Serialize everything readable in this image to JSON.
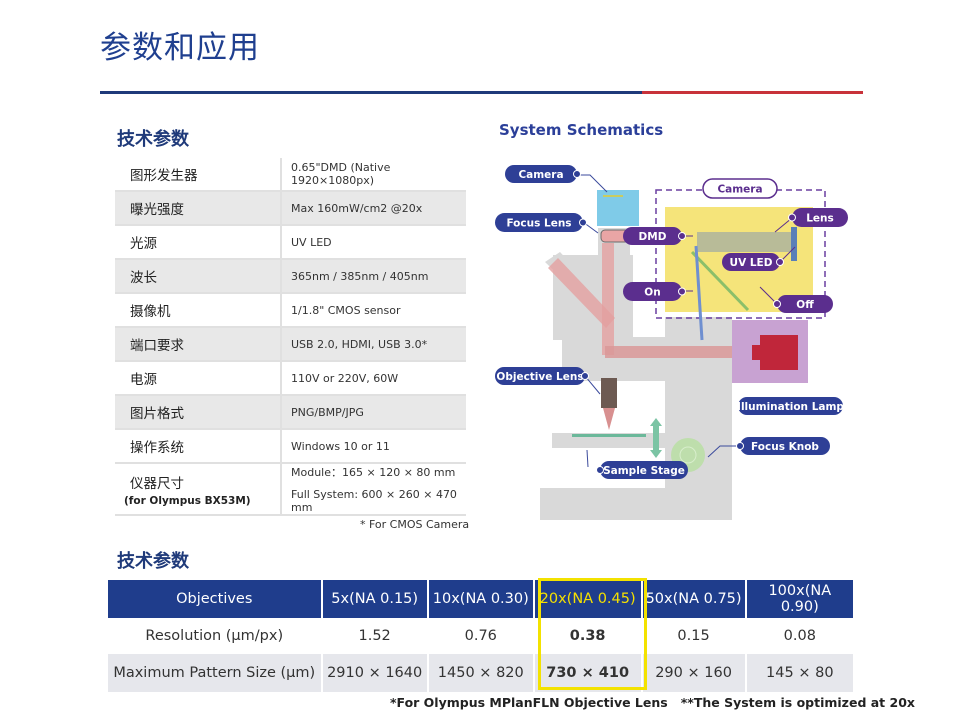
{
  "title": "参数和应用",
  "spec_heading": "技术参数",
  "spec_rows": [
    {
      "key": "图形发生器",
      "value": "0.65\"DMD (Native 1920×1080px)"
    },
    {
      "key": "曝光强度",
      "value": "Max 160mW/cm2 @20x"
    },
    {
      "key": "光源",
      "value": "UV LED"
    },
    {
      "key": "波长",
      "value": "365nm / 385nm / 405nm"
    },
    {
      "key": "摄像机",
      "value": "1/1.8\" CMOS sensor"
    },
    {
      "key": "端口要求",
      "value": "USB 2.0, HDMI, USB 3.0*"
    },
    {
      "key": "电源",
      "value": "110V or 220V, 60W"
    },
    {
      "key": "图片格式",
      "value": "PNG/BMP/JPG"
    },
    {
      "key": "操作系统",
      "value": "Windows 10 or 11"
    }
  ],
  "size_row": {
    "key": "仪器尺寸",
    "sub": "(for Olympus BX53M)",
    "value1": "Module：165 × 120 × 80 mm",
    "value2": "Full System: 600 × 260 × 470 mm"
  },
  "spec_note": "* For CMOS Camera",
  "schematic": {
    "title": "System Schematics",
    "labels": {
      "camera": "Camera",
      "focus_lens": "Focus Lens",
      "dmd": "DMD",
      "on": "On",
      "module_camera": "Camera",
      "lens": "Lens",
      "uv_led": "UV LED",
      "off": "Off",
      "objective_lens": "Objective Lens",
      "illumination_lamp": "Illumination Lamp",
      "focus_knob": "Focus Knob",
      "sample_stage": "Sample Stage"
    }
  },
  "obj_heading": "技术参数",
  "objectives": {
    "headers": [
      "Objectives",
      "5x(NA 0.15)",
      "10x(NA 0.30)",
      "20x(NA 0.45)",
      "50x(NA 0.75)",
      "100x(NA 0.90)"
    ],
    "rows": [
      [
        "Resolution (μm/px)",
        "1.52",
        "0.76",
        "0.38",
        "0.15",
        "0.08"
      ],
      [
        "Maximum Pattern Size (μm)",
        "2910 × 1640",
        "1450 × 820",
        "730 × 410",
        "290 × 160",
        "145 × 80"
      ]
    ],
    "highlight_color": "#f3e200"
  },
  "footnote": "*For Olympus MPlanFLN Objective Lens   **The System is optimized at 20x"
}
